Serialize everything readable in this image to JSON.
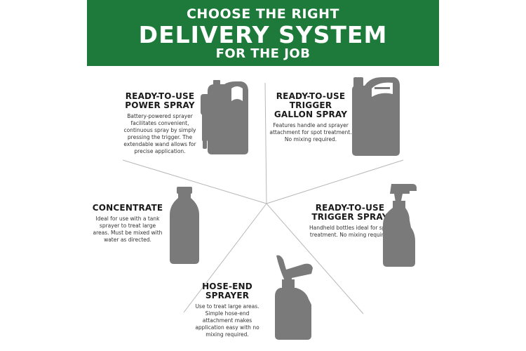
{
  "header": {
    "line1": "CHOOSE THE RIGHT",
    "line2": "DELIVERY SYSTEM",
    "line3": "FOR THE JOB"
  },
  "colors": {
    "banner": "#1d7a3a",
    "bottle": "#7a7a7a",
    "text": "#1a1a1a"
  },
  "sections": [
    {
      "title_line1": "READY-TO-USE",
      "title_line2": "POWER SPRAY",
      "title_line3": "",
      "desc": "Battery-powered sprayer facilitates convenient, continuous spray by simply pressing the trigger. The extendable wand allows for precise application.",
      "icon": "power-spray-jug-icon"
    },
    {
      "title_line1": "READY-TO-USE",
      "title_line2": "TRIGGER",
      "title_line3": "GALLON SPRAY",
      "desc": "Features handle and sprayer attachment for spot treatment. No mixing required.",
      "icon": "gallon-jug-icon"
    },
    {
      "title_line1": "CONCENTRATE",
      "title_line2": "",
      "title_line3": "",
      "desc": "Ideal for use with a tank sprayer to treat large areas. Must be mixed with water as directed.",
      "icon": "concentrate-bottle-icon"
    },
    {
      "title_line1": "READY-TO-USE",
      "title_line2": "TRIGGER SPRAY",
      "title_line3": "",
      "desc": "Handheld bottles ideal for spot treatment. No mixing required",
      "icon": "trigger-spray-bottle-icon"
    },
    {
      "title_line1": "HOSE-END",
      "title_line2": "SPRAYER",
      "title_line3": "",
      "desc": "Use to treat large areas. Simple hose-end attachment makes application easy with no mixing required.",
      "icon": "hose-end-sprayer-icon"
    }
  ]
}
